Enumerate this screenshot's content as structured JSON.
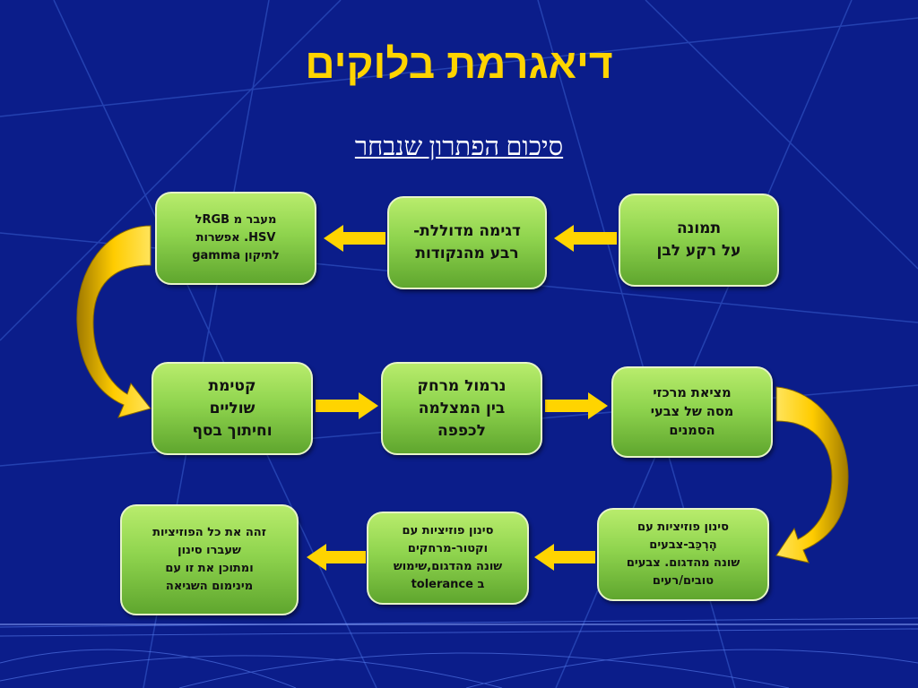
{
  "slide": {
    "title": "דיאגרמת בלוקים",
    "subtitle": "סיכום הפתרון שנבחר"
  },
  "boxes": {
    "image": {
      "lines": [
        "תמונה",
        "על רקע לבן"
      ]
    },
    "sampling": {
      "lines": [
        "דגימה מדוללת-",
        "רבע מהנקודות"
      ]
    },
    "color_convert": {
      "lines": [
        "מעבר מ RGBל",
        "HSV. אפשרות",
        "לתיקון gamma"
      ]
    },
    "marker_centers": {
      "lines": [
        "מציאת מרכזי",
        "מסה של צבעי",
        "הסמנים"
      ]
    },
    "normalize": {
      "lines": [
        "נרמול מרחק",
        "בין המצלמה",
        "לכפפה"
      ]
    },
    "crop_edges": {
      "lines": [
        "קטימת",
        "שוליים",
        "וחיתוך בסף"
      ]
    },
    "filter_colors": {
      "lines": [
        "סינון פוזיציות עם",
        "הֶרְכֵּב-צבעים",
        "שונה מהדגום. צבעים",
        "טובים/רעים"
      ]
    },
    "filter_vector": {
      "lines": [
        "סינון פוזיציות עם",
        "וקטור-מרחקים",
        "שונה מהדגום,שימוש",
        "ב tolerance"
      ]
    },
    "identify": {
      "lines": [
        "זהה את כל הפוזיציות",
        "שעברו סינון",
        "ומתוכן את זו עם",
        "מינימום השגיאה"
      ]
    }
  },
  "colors": {
    "background": "#0b1d8a",
    "title": "#ffd400",
    "arrow": "#ffd400",
    "box_fill": "#8fd44e"
  }
}
